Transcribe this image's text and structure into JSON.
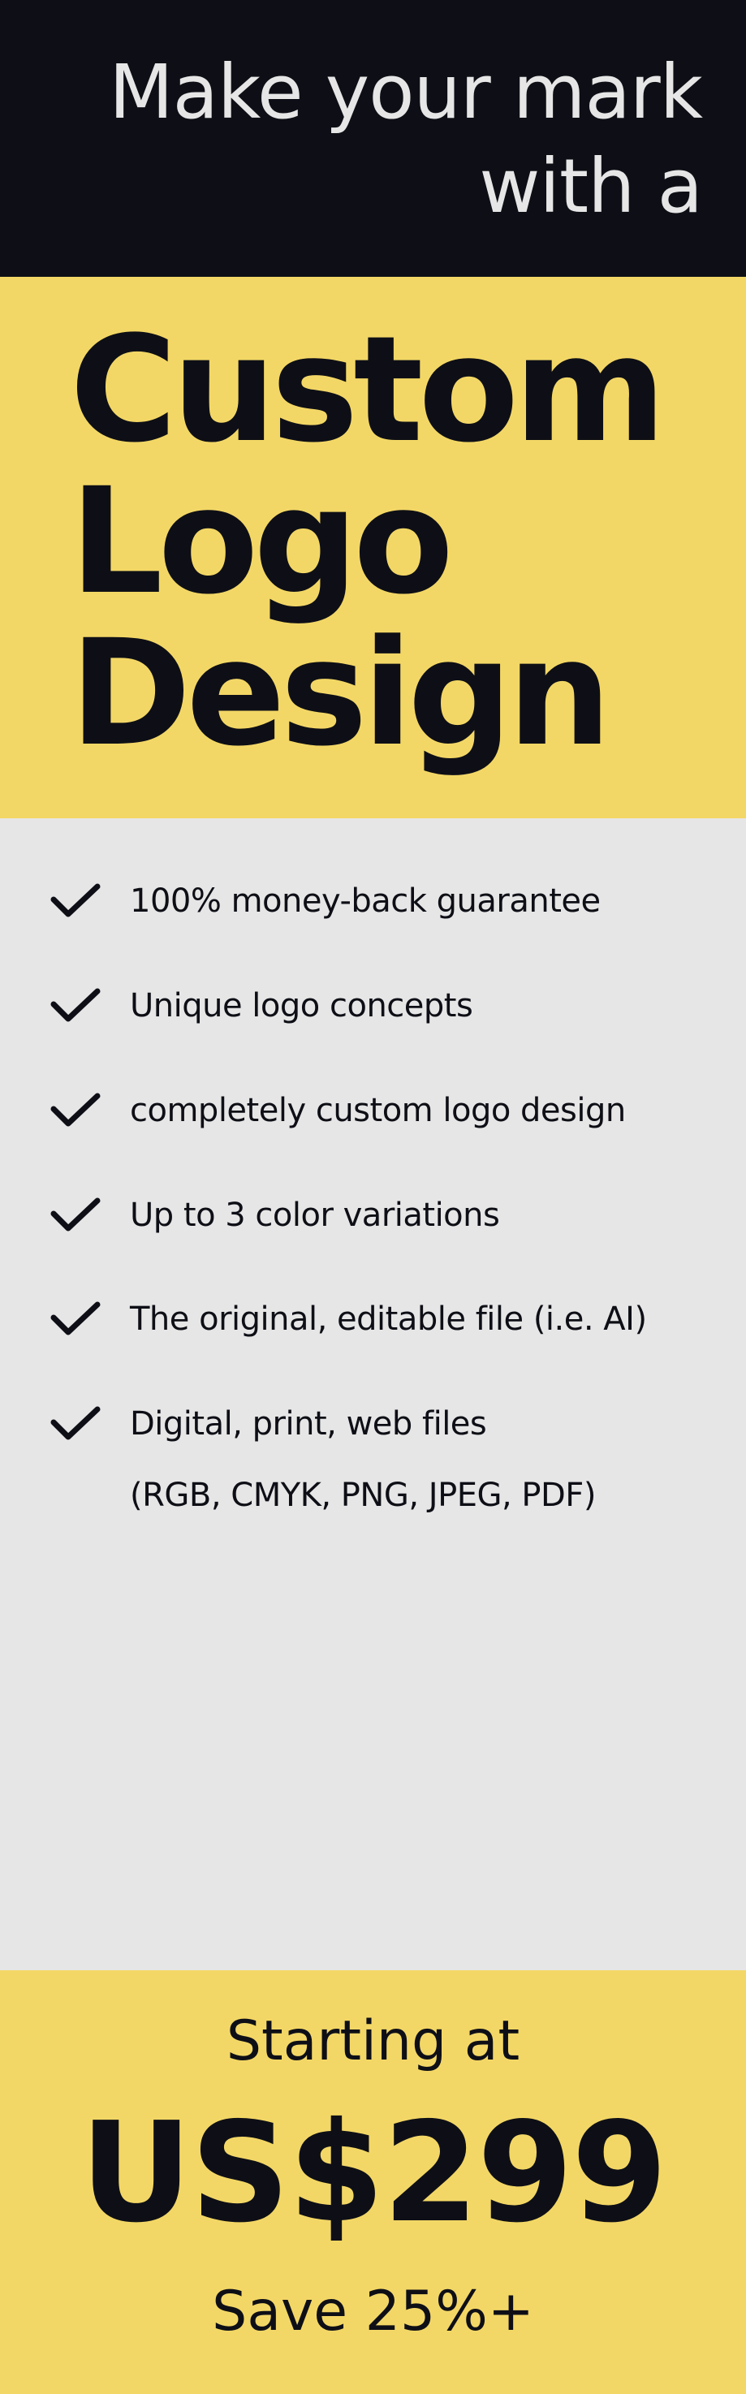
{
  "header": {
    "line1": "Make your mark",
    "line2": "with a"
  },
  "hero": {
    "word1": "Custom",
    "word2": "Logo",
    "word3": "Design"
  },
  "features": [
    {
      "text": "100% money-back guarantee",
      "icon": "check-icon"
    },
    {
      "text": "Unique logo concepts",
      "icon": "check-icon"
    },
    {
      "text": "completely custom logo design",
      "icon": "check-icon"
    },
    {
      "text": "Up to 3 color variations",
      "icon": "check-icon"
    },
    {
      "text": "The original, editable file (i.e. AI)",
      "icon": "check-icon"
    },
    {
      "text": "Digital, print, web files",
      "text2": "(RGB, CMYK, PNG, JPEG, PDF)",
      "icon": "check-icon"
    }
  ],
  "pricing": {
    "starting": "Starting at",
    "price": "US$299",
    "save": "Save 25%+"
  },
  "colors": {
    "dark": "#0e0f16",
    "yellow": "#f3d766",
    "light_gray": "#e6e6e6"
  }
}
